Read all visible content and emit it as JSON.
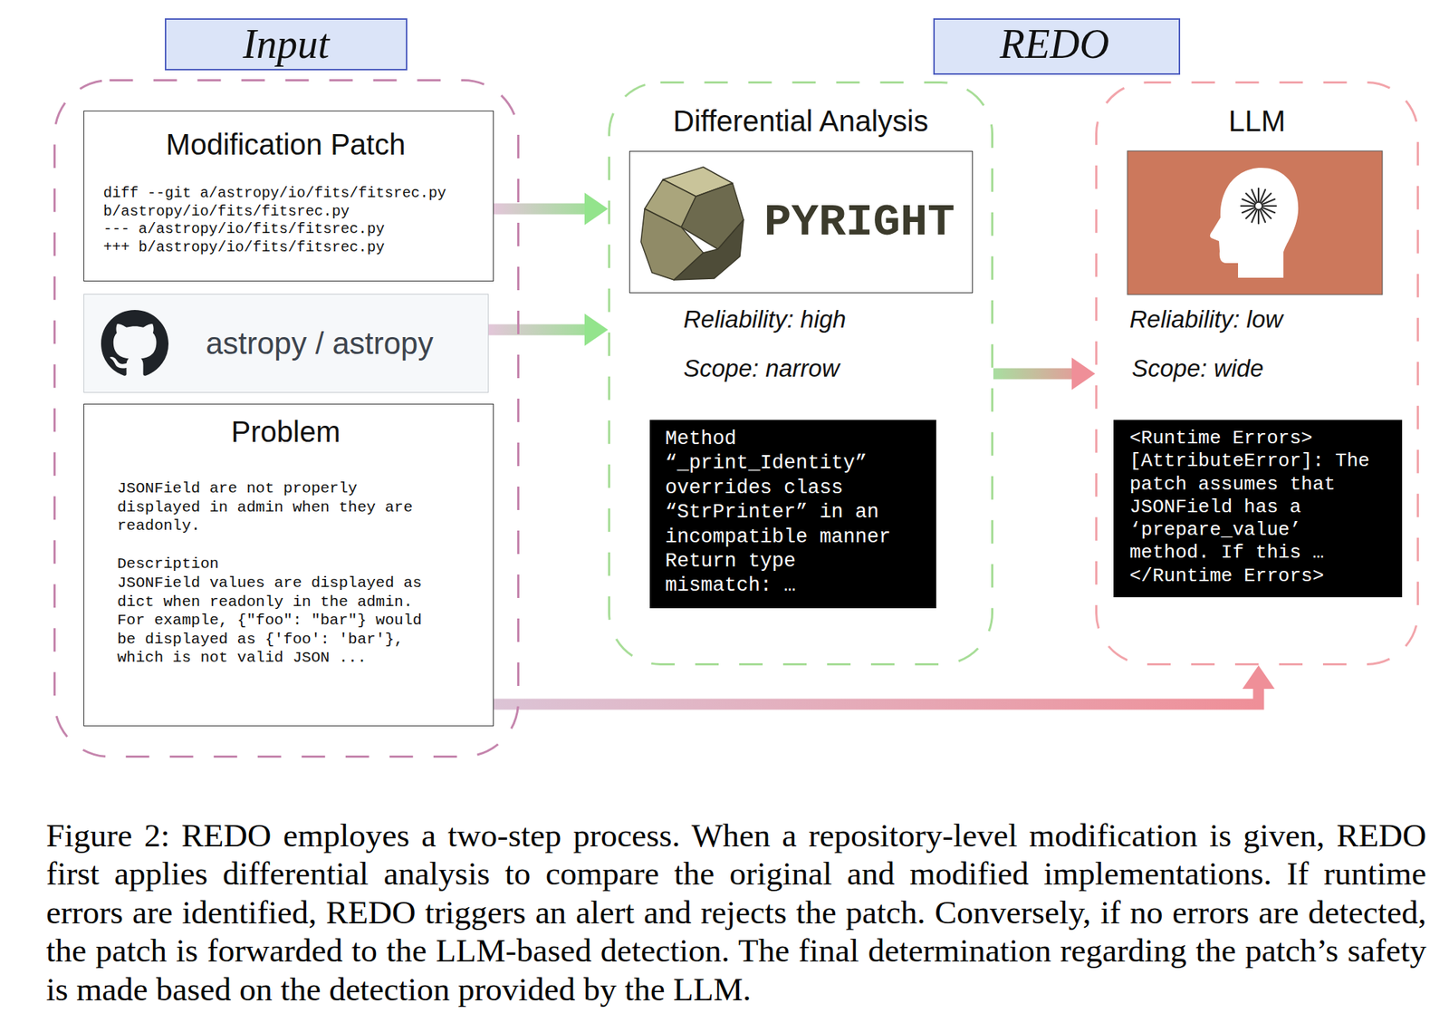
{
  "diagram": {
    "caption": "Figure 2: REDO employes a two-step process. When a repository-level modification is given, REDO first applies differential analysis to compare the original and modified implementations. If runtime errors are identified, REDO triggers an alert and rejects the patch. Conversely, if no errors are detected, the patch is forwarded to the LLM-based detection. The final determination regarding the patch’s safety is made based on the detection provided by the LLM.",
    "nodes": [
      {
        "text": [
          "Input"
        ]
      },
      {
        "text": [
          "Modification Patch",
          "diff --git a/astropy/io/fits/fitsrec.py b/astropy/io/fits/fitsrec.py",
          "--- a/astropy/io/fits/fitsrec.py",
          "+++ b/astropy/io/fits/fitsrec.py"
        ],
        "in": 0
      },
      {
        "text": [
          "astropy / astropy"
        ],
        "in": 0
      },
      {
        "text": [
          "Problem",
          "JSONField are not properly displayed in admin when they are readonly.",
          "Description",
          "JSONField values are displayed as dict when readonly in the admin. For example, {\"foo\": \"bar\"} would be displayed as {'foo': 'bar'}, which is not valid JSON ..."
        ],
        "in": 0
      },
      {
        "text": [
          "REDO"
        ]
      },
      {
        "text": [
          "Differential Analysis",
          "Reliability: high",
          "Scope: narrow"
        ]
      },
      {
        "text": [
          "PYRIGHT"
        ],
        "in": 5
      },
      {
        "text": [
          "Method “_print_Identity” overrides class “StrPrinter” in an incompatible manner Return type mismatch: …"
        ],
        "in": 5
      },
      {
        "text": [
          "LLM",
          "Reliability: low",
          "Scope: wide"
        ]
      },
      {
        "text": [
          "<Runtime Errors> [AttributeError]: The patch assumes that JSONField has a ‘prepare_value’ method. If this … </Runtime Errors>"
        ],
        "in": 8
      }
    ],
    "edges": [
      {
        "from": 1,
        "to": 5,
        "arrow": "to"
      },
      {
        "from": 2,
        "to": 5,
        "arrow": "to"
      },
      {
        "from": 5,
        "to": 8,
        "arrow": "to"
      },
      {
        "from": 3,
        "to": 8,
        "arrow": "to"
      }
    ]
  }
}
